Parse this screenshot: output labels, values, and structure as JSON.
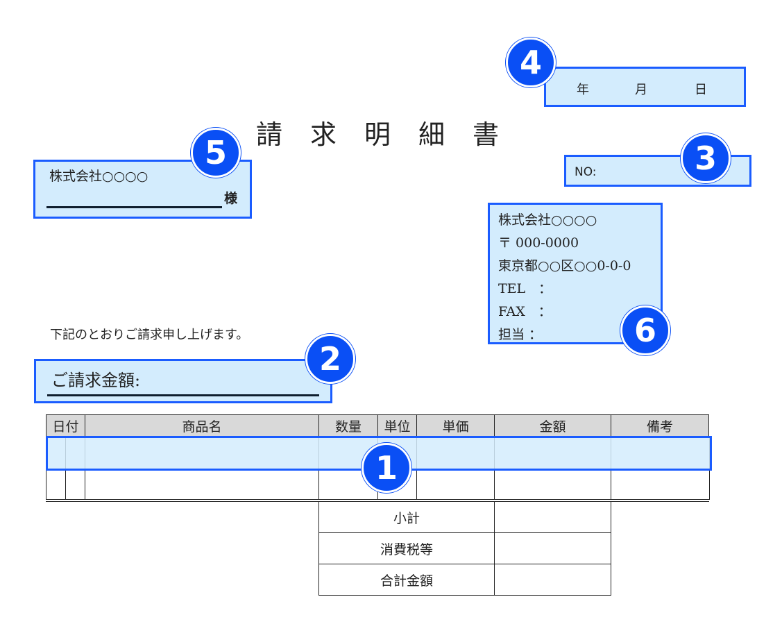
{
  "title": "請求明細書",
  "date": {
    "year": "年",
    "month": "月",
    "day": "日"
  },
  "number": {
    "label": "NO:"
  },
  "recipient": {
    "company": "株式会社○○○○",
    "honorific": "様"
  },
  "issuer": {
    "company": "株式会社○○○○",
    "postal": "〒 000-0000",
    "address": "東京都○○区○○0-0-0",
    "tel": "TEL　：",
    "fax": "FAX　：",
    "contact": "担当 ："
  },
  "intro": "下記のとおりご請求申し上げます。",
  "amount_label": "ご請求金額:",
  "table": {
    "headers": [
      "日付",
      "商品名",
      "数量",
      "単位",
      "単価",
      "金額",
      "備考"
    ]
  },
  "summary": [
    "小計",
    "消費税等",
    "合計金額"
  ],
  "badges": [
    "1",
    "2",
    "3",
    "4",
    "5",
    "6"
  ],
  "colors": {
    "highlight": "#d3ecfd",
    "border": "#1a5cff",
    "badge": "#0a4ff5"
  }
}
